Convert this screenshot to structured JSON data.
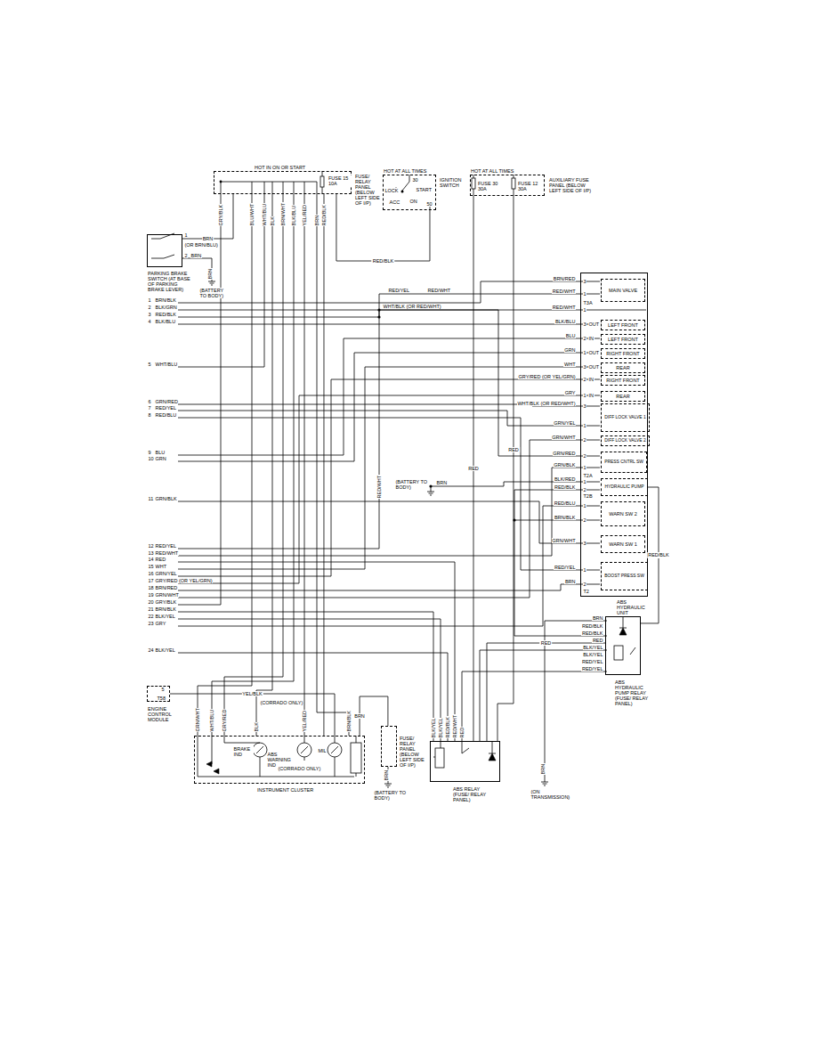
{
  "diagram": {
    "nodes": [
      {
        "text": [
          "HOT IN ON OR START",
          "FUSE 15 10A",
          "FUSE/ RELAY PANEL (BELOW LEFT SIDE OF I/P)"
        ]
      },
      {
        "text": [
          "HOT AT ALL TIMES",
          "IGNITION SWITCH"
        ]
      },
      {
        "text": [
          "HOT AT ALL TIMES",
          "FUSE 30 30A",
          "FUSE 12 30A",
          "AUXILIARY FUSE PANEL (BELOW LEFT SIDE OF I/P)"
        ]
      },
      {
        "text": [
          "PARKING BRAKE SWITCH (AT BASE OF PARKING BRAKE LEVER)"
        ]
      },
      {
        "text": [
          "ABS HYDRAULIC UNIT"
        ]
      },
      {
        "text": [
          "MAIN VALVE"
        ],
        "in": 4
      },
      {
        "text": [
          "LEFT FRONT"
        ],
        "in": 4
      },
      {
        "text": [
          "LEFT FRONT"
        ],
        "in": 4
      },
      {
        "text": [
          "RIGHT FRONT"
        ],
        "in": 4
      },
      {
        "text": [
          "REAR"
        ],
        "in": 4
      },
      {
        "text": [
          "RIGHT FRONT"
        ],
        "in": 4
      },
      {
        "text": [
          "REAR"
        ],
        "in": 4
      },
      {
        "text": [
          "DIFF LOCK VALVE 1"
        ],
        "in": 4
      },
      {
        "text": [
          "DIFF LOCK VALVE 2"
        ],
        "in": 4
      },
      {
        "text": [
          "PRESS CNTRL SW"
        ],
        "in": 4
      },
      {
        "text": [
          "HYDRAULIC PUMP"
        ],
        "in": 4
      },
      {
        "text": [
          "WARN SW 2"
        ],
        "in": 4
      },
      {
        "text": [
          "WARN SW 1"
        ],
        "in": 4
      },
      {
        "text": [
          "BOOST PRESS SW"
        ],
        "in": 4
      },
      {
        "text": [
          "ABS HYDRAULIC PUMP RELAY (FUSE/ RELAY PANEL)"
        ]
      },
      {
        "text": [
          "ENGINE CONTROL MODULE"
        ]
      },
      {
        "text": [
          "INSTRUMENT CLUSTER"
        ]
      },
      {
        "text": [
          "FUSE/ RELAY PANEL (BELOW LEFT SIDE OF I/P)"
        ]
      },
      {
        "text": [
          "ABS RELAY (FUSE/ RELAY PANEL)"
        ]
      }
    ],
    "edges": [
      {
        "from": 1,
        "to": 0,
        "label": "RED/BLK",
        "arrow": "none"
      },
      {
        "from": 2,
        "to": 23,
        "label": "RED",
        "arrow": "none"
      },
      {
        "from": 2,
        "to": 23,
        "label": "RED",
        "arrow": "none"
      },
      {
        "from": 3,
        "to": 0,
        "label": "BRN",
        "arrow": "none"
      },
      {
        "from": 20,
        "to": 21,
        "label": "YEL/BLK",
        "arrow": "none"
      },
      {
        "from": 21,
        "to": 22,
        "label": "BRN",
        "arrow": "none"
      },
      {
        "from": 0,
        "to": 21,
        "arrow": "none"
      },
      {
        "from": 23,
        "to": 19,
        "label": "RED",
        "arrow": "none"
      },
      {
        "from": 19,
        "to": 15,
        "label": "RED/BLK",
        "arrow": "none"
      }
    ],
    "labels": [
      "GRY/BLK",
      "BLU/WHT",
      "WHT/BLU",
      "BLK",
      "BRN/WHT",
      "BLK/BLU",
      "YEL/RED",
      "BRN",
      "RED/BLK",
      "30",
      "LOCK",
      "START",
      "ACC",
      "ON",
      "50",
      "1",
      "(OR BRN/BLU)",
      "2",
      "BRN",
      "BRN",
      "(BATTERY TO BODY)",
      "1",
      "BRN/BLK",
      "2",
      "BLK/GRN",
      "3",
      "RED/BLK",
      "4",
      "BLK/BLU",
      "5",
      "WHT/BLU",
      "6",
      "GRN/RED",
      "7",
      "RED/YEL",
      "8",
      "RED/BLU",
      "9",
      "BLU",
      "10",
      "GRN",
      "11",
      "GRN/BLK",
      "12",
      "RED/YEL",
      "13",
      "RED/WHT",
      "14",
      "RED",
      "15",
      "WHT",
      "16",
      "GRN/YEL",
      "17",
      "GRY/RED (OR YEL/GRN)",
      "18",
      "BRN/RED",
      "19",
      "GRN/WHT",
      "20",
      "GRY/BLK",
      "21",
      "BRN/BLK",
      "22",
      "BLK/YEL",
      "23",
      "GRY",
      "24",
      "BLK/YEL",
      "BRN/RED",
      "3",
      "RED/WHT",
      "1",
      "RED/WHT",
      "1",
      "BLK/BLU",
      "3",
      "BLU",
      "2",
      "GRN",
      "1",
      "WHT",
      "3",
      "GRY/RED (OR YEL/GRN)",
      "2",
      "GRY",
      "1",
      "WHT/BLK (OR RED/WHT)",
      "3",
      "GRN/YEL",
      "1",
      "GRN/WHT",
      "2",
      "GRN/RED",
      "2",
      "GRN/BLK",
      "1",
      "BLK/RED",
      "1",
      "RED/BLK",
      "2",
      "RED/BLU",
      "1",
      "BRN/BLK",
      "2",
      "GRN/WHT",
      "3",
      "RED/YEL",
      "1",
      "BRN",
      "2",
      "OUT",
      "IN",
      "OUT",
      "OUT",
      "IN",
      "IN",
      "T3A",
      "T2A",
      "T2B",
      "T2",
      "BRN",
      "RED/BLK",
      "RED/BLK",
      "RED",
      "BLK/YEL",
      "BLK/YEL",
      "RED/YEL",
      "RED/YEL",
      "RED/YEL",
      "RED/WHT",
      "WHT/BLK",
      "(OR RED/WHT)",
      "RED/WHT",
      "(BATTERY TO BODY)",
      "BRN",
      "5",
      "T58",
      "(CORRADO ONLY)",
      "GRN/WHT",
      "WHT/BLU",
      "GRY/RED",
      "BLK",
      "YEL/RED",
      "BRN/BLK",
      "BRAKE IND",
      "ABS WARNING IND",
      "MIL",
      "(CORRADO ONLY)",
      "BRN",
      "(BATTERY TO BODY)",
      "BLK/YEL",
      "BLK/YEL",
      "RED/BLK",
      "RED/WHT",
      "RED",
      "BRN",
      "(ON TRANSMISSION)"
    ]
  }
}
